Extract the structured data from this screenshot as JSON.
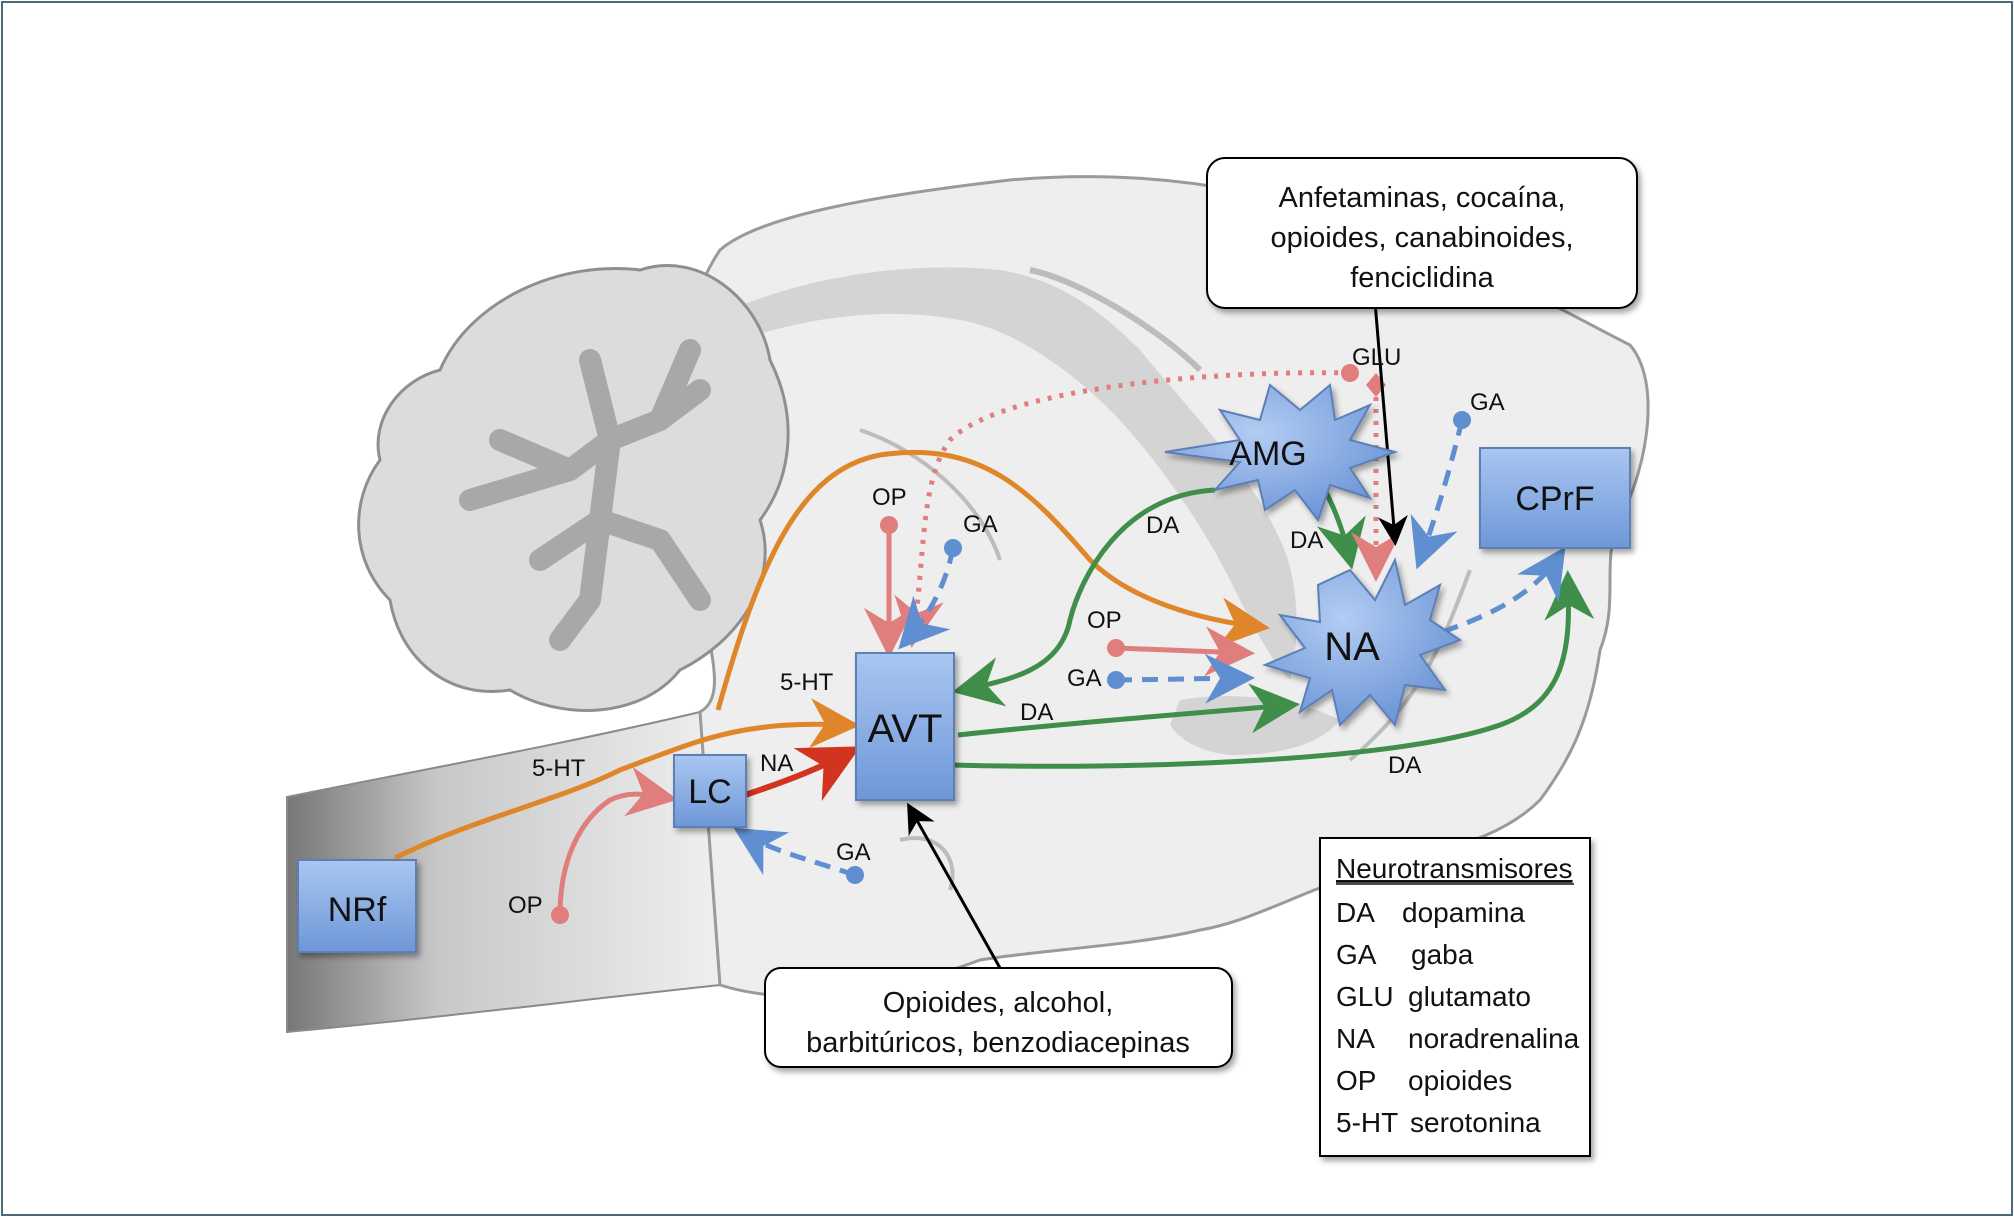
{
  "nodes": {
    "nrf": "NRf",
    "lc": "LC",
    "avt": "AVT",
    "amg": "AMG",
    "na": "NA",
    "cprf": "CPrF"
  },
  "edge_labels": {
    "nrf_lc_5ht": "5-HT",
    "to_avt_5ht": "5-HT",
    "lc_avt_na": "NA",
    "op_lc": "OP",
    "ga_lc": "GA",
    "op_avt": "OP",
    "ga_avt": "GA",
    "avt_na_da": "DA",
    "amg_avt_da": "DA",
    "amg_na_da": "DA",
    "op_na": "OP",
    "ga_na": "GA",
    "glu": "GLU",
    "ga_right": "GA",
    "avt_cprf_da": "DA"
  },
  "callouts": {
    "top": [
      "Anfetaminas, cocaína,",
      "opioides, canabinoides,",
      "fenciclidina"
    ],
    "bottom": [
      "Opioides, alcohol,",
      "barbitúricos, benzodiacepinas"
    ]
  },
  "legend": {
    "title": "Neurotransmisores",
    "items": [
      {
        "abbr": "DA",
        "name": "dopamina"
      },
      {
        "abbr": "GA",
        "name": "gaba"
      },
      {
        "abbr": "GLU",
        "name": "glutamato"
      },
      {
        "abbr": "NA",
        "name": "noradrenalina"
      },
      {
        "abbr": "OP",
        "name": "opioides"
      },
      {
        "abbr": "5-HT",
        "name": "serotonina"
      }
    ]
  },
  "colors": {
    "serotonin": "#e0862a",
    "dopamine": "#3f8f4a",
    "noradrenaline": "#d2341f",
    "opioid": "#e07d7d",
    "gaba": "#5f8fd0",
    "glutamate": "#e07d7d",
    "node_fill": "#8fb3e8",
    "brain_fill": "#eeeeee",
    "brain_stroke": "#a0a0a0"
  }
}
